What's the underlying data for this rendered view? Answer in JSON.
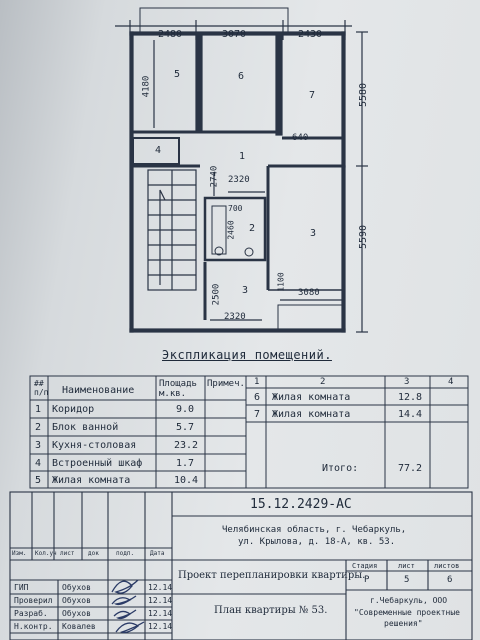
{
  "plan": {
    "dimensions": {
      "top_left": "2480",
      "top_mid": "3070",
      "top_right": "2430",
      "left_height": "4180",
      "right_upper": "5580",
      "right_lower": "5590",
      "dim_640": "640",
      "dim_2740": "2740",
      "dim_2320_a": "2320",
      "dim_700": "700",
      "dim_2460": "2460",
      "dim_1100": "1100",
      "dim_3080": "3080",
      "dim_2500": "2500",
      "dim_2320_b": "2320"
    },
    "room_numbers": {
      "r5": "5",
      "r6": "6",
      "r7": "7",
      "r4": "4",
      "r1": "1",
      "r2": "2",
      "r3a": "3",
      "r3b": "3"
    }
  },
  "explication": {
    "title": "Экспликация помещений.",
    "headers": {
      "num": "##\nп/п",
      "name": "Наименование",
      "area": "Площадь\nм.кв.",
      "note": "Примеч.",
      "c1": "1",
      "c2": "2",
      "c3": "3",
      "c4": "4"
    },
    "left_rows": [
      {
        "num": "1",
        "name": "Коридор",
        "area": "9.0"
      },
      {
        "num": "2",
        "name": "Блок ванной",
        "area": "5.7"
      },
      {
        "num": "3",
        "name": "Кухня-столовая",
        "area": "23.2"
      },
      {
        "num": "4",
        "name": "Встроенный шкаф",
        "area": "1.7"
      },
      {
        "num": "5",
        "name": "Жилая комната",
        "area": "10.4"
      }
    ],
    "right_rows": [
      {
        "num": "6",
        "name": "Жилая комната",
        "area": "12.8"
      },
      {
        "num": "7",
        "name": "Жилая комната",
        "area": "14.4"
      }
    ],
    "total_label": "Итого:",
    "total_value": "77.2"
  },
  "stamp": {
    "code": "15.12.2429-АС",
    "address_line1": "Челябинская область, г. Чебаркуль,",
    "address_line2": "ул. Крылова, д. 18-А, кв. 53.",
    "project": "Проект перепланировки квартиры.",
    "sheet_title": "План квартиры № 53.",
    "col_headers": {
      "izm": "Изм.",
      "kuch": "Кол.уч",
      "list": "лист",
      "dok": "док",
      "podp": "подп.",
      "data": "Дата"
    },
    "stage_headers": {
      "stage": "Стадия",
      "list": "лист",
      "listov": "листов"
    },
    "stage_values": {
      "stage": "Р",
      "list": "5",
      "listov": "6"
    },
    "org_line1": "г.Чебаркуль, ООО",
    "org_line2": "\"Современные проектные",
    "org_line3": "решения\"",
    "people": [
      {
        "role": "ГИП",
        "name": "Обухов",
        "date": "12.14"
      },
      {
        "role": "Проверил",
        "name": "Обухов",
        "date": "12.14"
      },
      {
        "role": "Разраб.",
        "name": "Обухов",
        "date": "12.14"
      },
      {
        "role": "Н.контр.",
        "name": "Ковалев",
        "date": "12.14"
      }
    ]
  }
}
